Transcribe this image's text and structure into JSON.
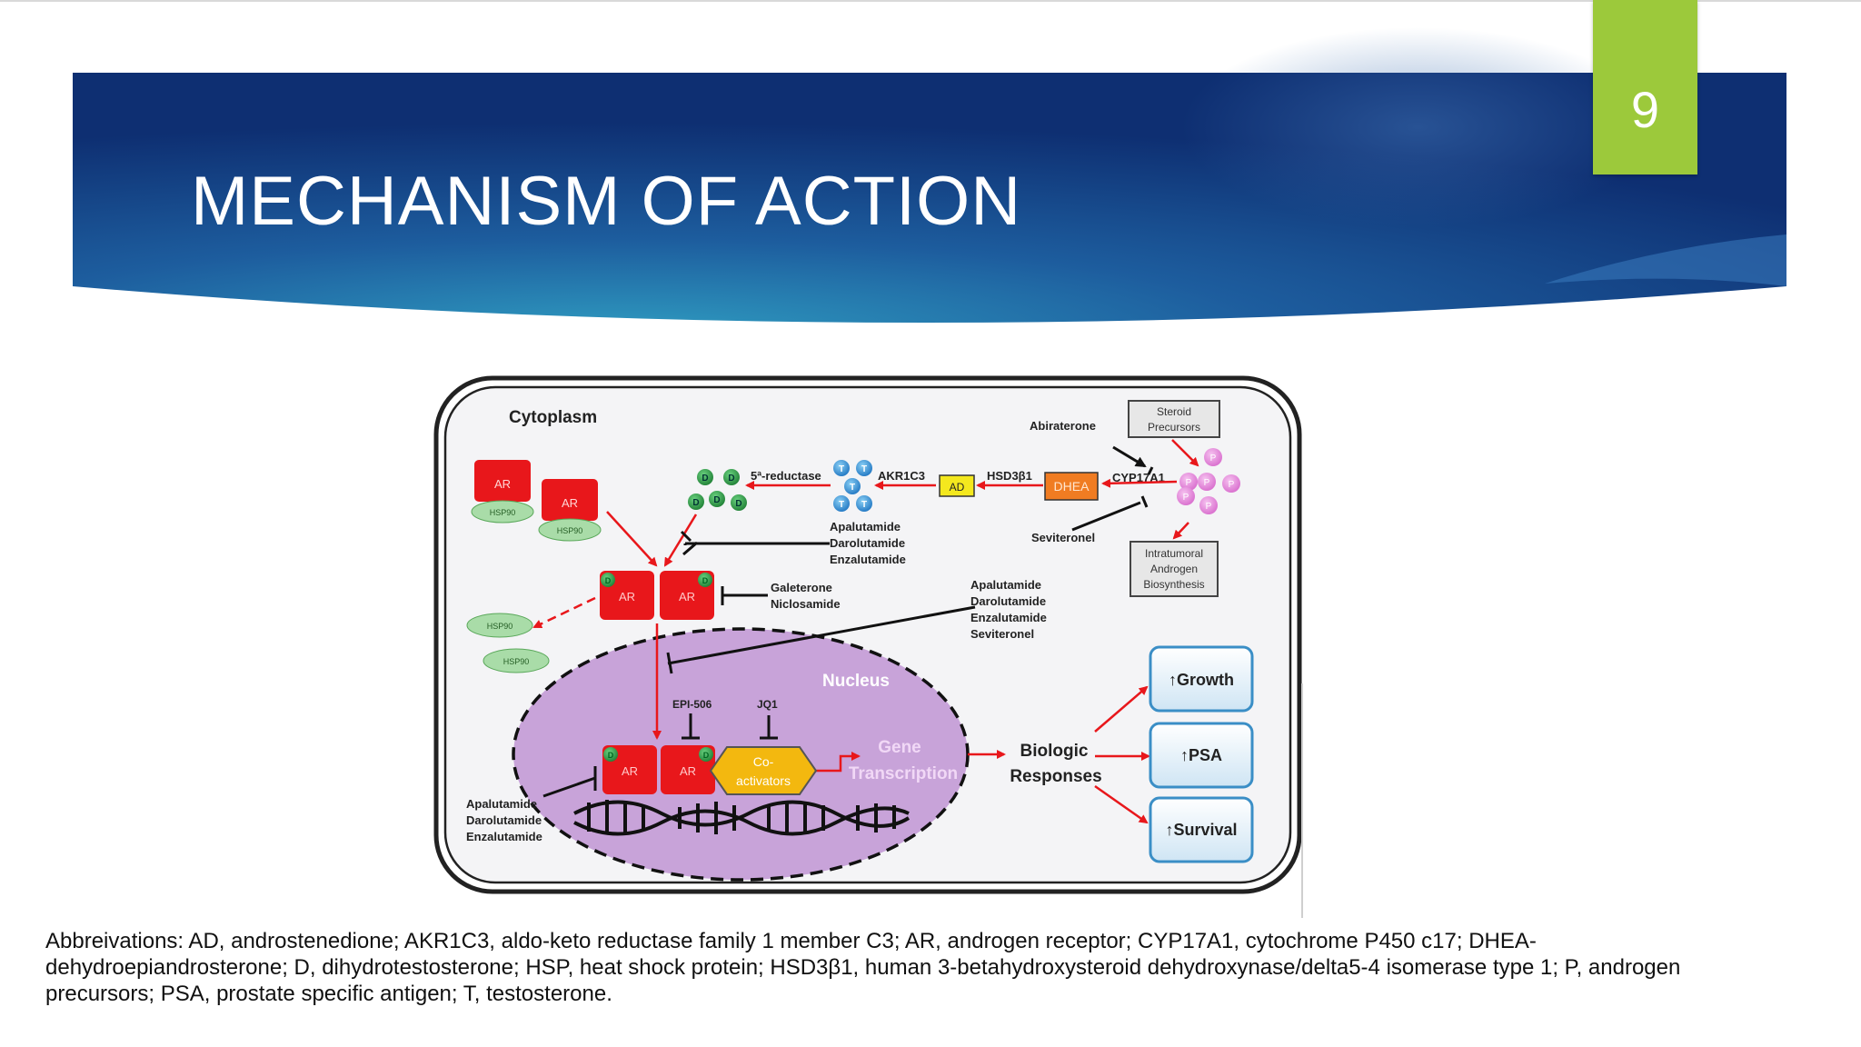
{
  "slide": {
    "title": "MECHANISM OF ACTION",
    "number": "9",
    "abbreviations": "Abbreivations: AD, androstenedione; AKR1C3, aldo-keto reductase family 1 member C3; AR, androgen receptor; CYP17A1, cytochrome P450 c17; DHEA-dehydroepiandrosterone; D, dihydrotestosterone; HSP, heat shock protein; HSD3β1, human 3-betahydroxysteroid dehydroxynase/delta5-4 isomerase type 1; P, androgen precursors; PSA, prostate specific antigen; T, testosterone."
  },
  "colors": {
    "banner_dark": "#123f86",
    "banner_light": "#2c8bb6",
    "accent_green": "#9cc93b",
    "ar_red": "#e8171b",
    "nucleus_purple": "#c8a3d9",
    "dhea_orange": "#f07c22",
    "ad_yellow": "#f4e81e",
    "testosterone_blue": "#3a9ad9",
    "dht_green": "#2e9f48",
    "precursor_pink": "#e98adb",
    "response_box": "#d6ebf7"
  },
  "diagram": {
    "cytoplasm": "Cytoplasm",
    "nucleus": "Nucleus",
    "ar": "AR",
    "hsp90": "HSP90",
    "d": "D",
    "t": "T",
    "p": "P",
    "reductase": "5ª-reductase",
    "akr1c3": "AKR1C3",
    "ad": "AD",
    "hsd3b1": "HSD3β1",
    "dhea": "DHEA",
    "cyp17a1": "CYP17A1",
    "abiraterone": "Abiraterone",
    "seviteronel": "Seviteronel",
    "steroid_precursors": [
      "Steroid",
      "Precursors"
    ],
    "intratumoral": [
      "Intratumoral",
      "Androgen",
      "Biosynthesis"
    ],
    "inhibitors_1": [
      "Apalutamide",
      "Darolutamide",
      "Enzalutamide"
    ],
    "inhibitors_2": [
      "Galeterone",
      "Niclosamide"
    ],
    "inhibitors_3": [
      "Apalutamide",
      "Darolutamide",
      "Enzalutamide",
      "Seviteronel"
    ],
    "inhibitors_4": [
      "Apalutamide",
      "Darolutamide",
      "Enzalutamide"
    ],
    "epi": "EPI-506",
    "jq1": "JQ1",
    "coactivators": [
      "Co-",
      "activators"
    ],
    "gene_transcription": [
      "Gene",
      "Transcription"
    ],
    "biologic_responses": [
      "Biologic",
      "Responses"
    ],
    "growth": "↑Growth",
    "psa": "↑PSA",
    "survival": "↑Survival"
  }
}
